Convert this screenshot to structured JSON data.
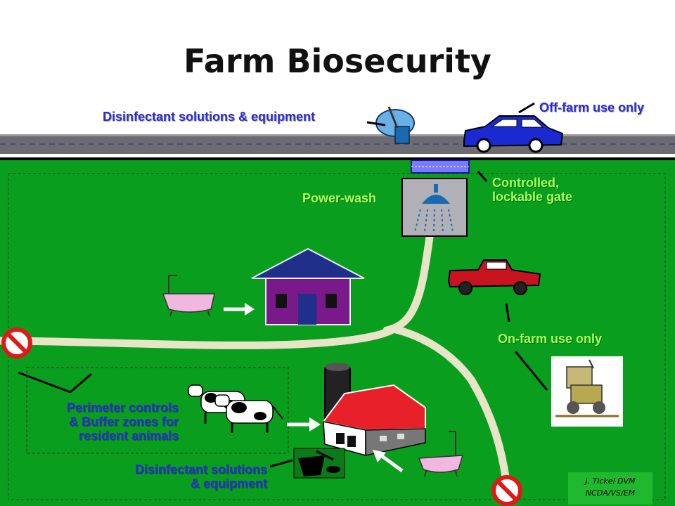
{
  "title": "Farm Biosecurity",
  "labels": {
    "disinfectant_top": "Disinfectant solutions & equipment",
    "off_farm": "Off-farm use only",
    "gate_line1": "Controlled,",
    "gate_line2": "lockable gate",
    "power_wash": "Power-wash",
    "on_farm": "On-farm use only",
    "perimeter_line1": "Perimeter controls",
    "perimeter_line2": "& Buffer zones for",
    "perimeter_line3": "resident animals",
    "disinfectant_bottom_line1": "Disinfectant solutions",
    "disinfectant_bottom_line2": "& equipment"
  },
  "credit": {
    "line1": "J. Tickel DVM",
    "line2": "NCDA/VS/EM"
  },
  "colors": {
    "field": "#0a9e1e",
    "road": "#6b6b70",
    "lane": "#e8e4c8",
    "label_green_text": "#a8ff5a",
    "label_blue_text": "#2b2bd9",
    "house_wall": "#7a1a8a",
    "house_roof": "#1f2f8a",
    "barn_red": "#e8202a",
    "car_blue": "#1a2ad0",
    "truck_red": "#c8141e",
    "no_sign_red": "#e01818"
  },
  "icons": [
    "tub-icon",
    "car-icon",
    "gate-icon",
    "shower-icon",
    "house-icon",
    "bathtub-icon",
    "pickup-truck-icon",
    "tractor-icon",
    "cow-icon",
    "barn-icon",
    "disinfectant-bucket-icon",
    "no-entry-icon",
    "arrow-icon"
  ]
}
